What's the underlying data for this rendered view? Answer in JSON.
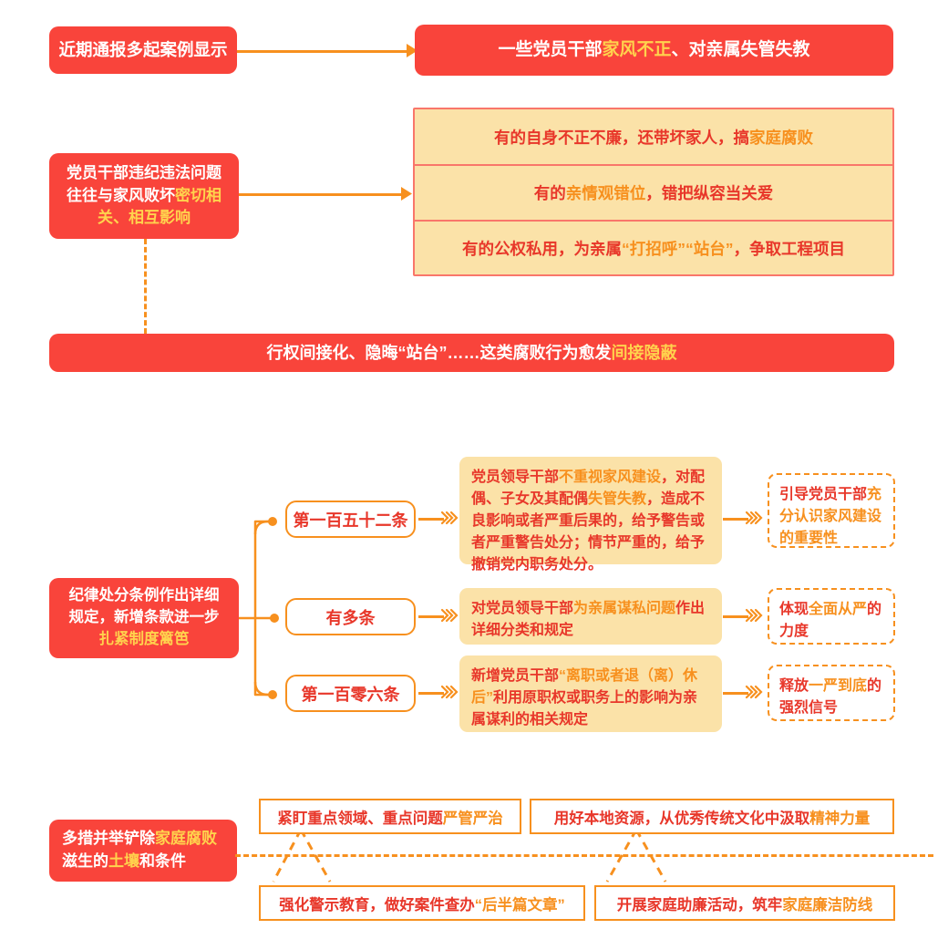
{
  "colors": {
    "red": "#F9443B",
    "orange": "#F7901E",
    "cream": "#FBE2A8",
    "yellow_hl": "#FFD34D",
    "text_red": "#E8372A",
    "table_border": "#F9766A"
  },
  "section1": {
    "source_label": "近期通报多起案例显示",
    "headline": {
      "pre": "一些党员干部",
      "hl": "家风不正",
      "post": "、对亲属失管失教"
    }
  },
  "section2": {
    "cause_box": {
      "line1": "党员干部违纪违法问题",
      "line2_pre": "往往与家风败坏",
      "line2_hl": "密切相",
      "line3_hl": "关、相互影响"
    },
    "rows": [
      {
        "pre": "有的自身不正不廉，还带坏家人，搞",
        "hl": "家庭腐败",
        "post": ""
      },
      {
        "pre": "有的",
        "hl": "亲情观错位",
        "post": "，错把纵容当关爱"
      },
      {
        "pre": "有的公权私用，为亲属",
        "hl": "“打招呼”“站台”",
        "post": "，争取工程项目"
      }
    ],
    "banner": {
      "pre": "行权间接化、隐晦“站台”……这类腐败行为愈发",
      "hl": "间接隐蔽"
    }
  },
  "section3": {
    "left_box": {
      "line1": "纪律处分条例作出详细",
      "line2": "规定，新增条款进一步",
      "line3_hl": "扎紧制度篱笆"
    },
    "branches": [
      {
        "pill": "第一百五十二条",
        "detail": {
          "p1": "党员领导干部",
          "h1": "不重视家风建设",
          "p2": "，对配偶、子女及其配偶",
          "h2": "失管失教",
          "p3": "，造成不良影响或者严重后果的，给予警告或者严重警告处分；情节严重的，给予撤销党内职务处分。"
        },
        "outcome": {
          "p1": "引导党员干部",
          "h1": "充分认识家风建设的重要性",
          "p2": ""
        }
      },
      {
        "pill": "有多条",
        "detail": {
          "p1": "对党员领导干部",
          "h1": "为亲属谋私问题",
          "p2": "作出详细分类和规定",
          "h2": "",
          "p3": ""
        },
        "outcome": {
          "p1": "体现",
          "h1": "全面从严",
          "p2": "的力度"
        }
      },
      {
        "pill": "第一百零六条",
        "detail": {
          "p1": "新增党员干部",
          "h1": "“离职或者退（离）休后”",
          "p2": "利用原职权或职务上的影响为亲属谋利的相关规定",
          "h2": "",
          "p3": ""
        },
        "outcome": {
          "p1": "释放",
          "h1": "一严到底",
          "p2": "的强烈信号"
        }
      }
    ]
  },
  "section4": {
    "left_box": {
      "line1_pre": "多措并举铲除",
      "line1_hl": "家庭腐败",
      "line2_pre": "滋生的",
      "line2_hl": "土壤",
      "line2_post": "和条件"
    },
    "measures": [
      {
        "pre": "紧盯重点领域、重点问题",
        "hl": "严管严治",
        "post": ""
      },
      {
        "pre": "用好本地资源，从优秀传统文化中汲取",
        "hl": "精神力量",
        "post": ""
      },
      {
        "pre": "强化警示教育，做好案件查办",
        "hl": "“后半篇文章”",
        "post": ""
      },
      {
        "pre": "开展家庭助廉活动，筑牢",
        "hl": "家庭廉洁防线",
        "post": ""
      }
    ]
  },
  "icons": {
    "arrow_right": "arrow-right-icon",
    "chevron_triple": "triple-chevron-icon",
    "node_dot": "node-dot-icon"
  }
}
